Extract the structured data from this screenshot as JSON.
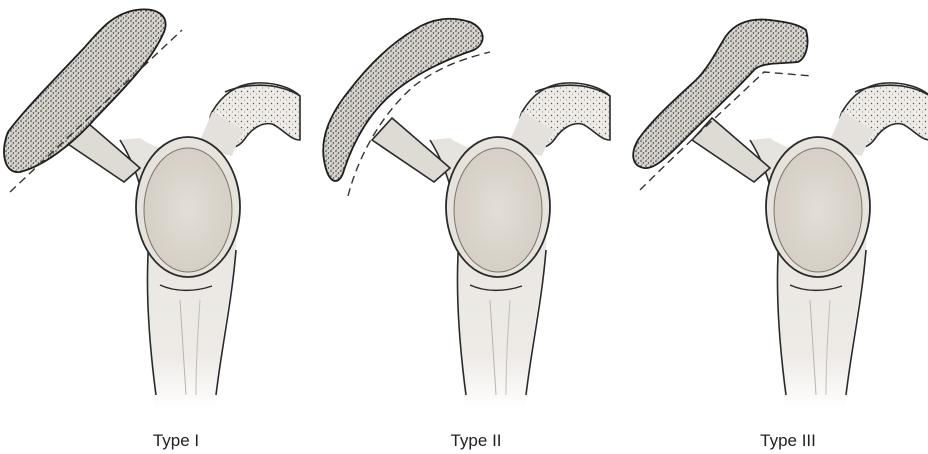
{
  "figure": {
    "panels": [
      {
        "label": "Type I"
      },
      {
        "label": "Type II"
      },
      {
        "label": "Type III"
      }
    ]
  },
  "colors": {
    "bone_fill": "#e9e6e1",
    "bone_shade": "#d7d3cc",
    "glenoid_fill": "#ddd8cf",
    "acromion_fill": "#cfcac3",
    "outline": "#2a2a2a",
    "stipple": "#3a3a3a",
    "dashed_line": "#333333"
  }
}
